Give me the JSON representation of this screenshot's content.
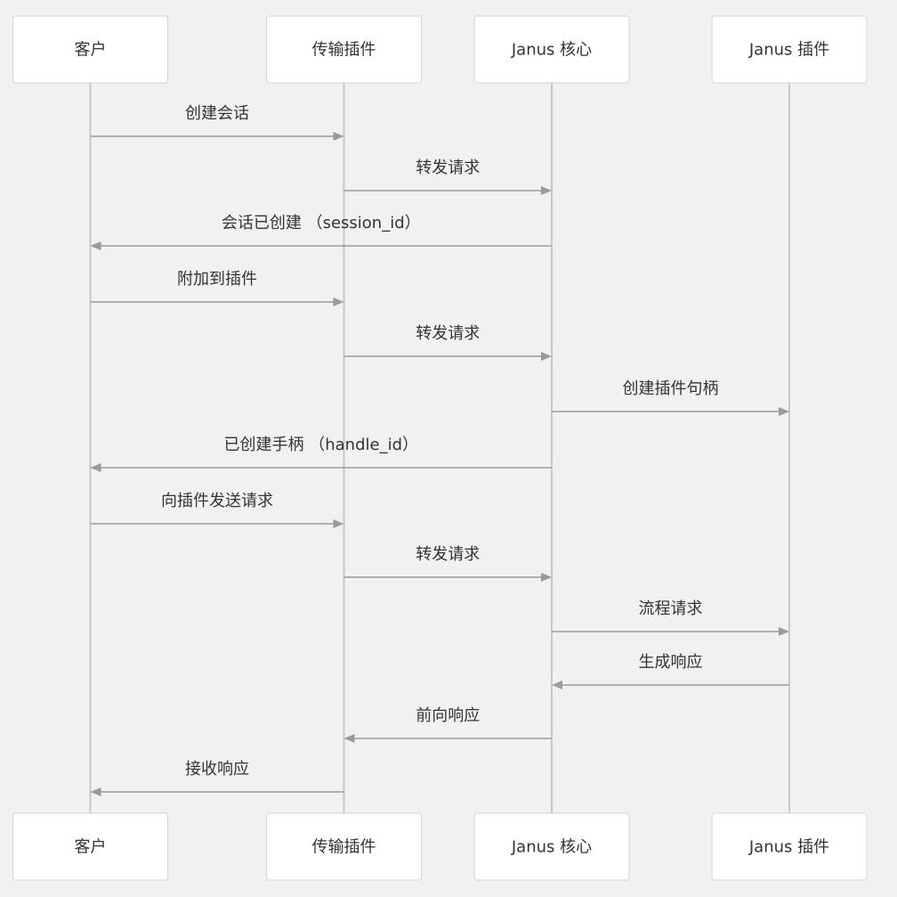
{
  "participants": [
    {
      "id": "client",
      "label": "客户"
    },
    {
      "id": "transport",
      "label": "传输插件"
    },
    {
      "id": "core",
      "label": "Janus 核心"
    },
    {
      "id": "plugin",
      "label": "Janus 插件"
    }
  ],
  "messages": [
    {
      "from": "client",
      "to": "transport",
      "label": "创建会话"
    },
    {
      "from": "transport",
      "to": "core",
      "label": "转发请求"
    },
    {
      "from": "core",
      "to": "client",
      "label": "会话已创建 （session_id）"
    },
    {
      "from": "client",
      "to": "transport",
      "label": "附加到插件"
    },
    {
      "from": "transport",
      "to": "core",
      "label": "转发请求"
    },
    {
      "from": "core",
      "to": "plugin",
      "label": "创建插件句柄"
    },
    {
      "from": "core",
      "to": "client",
      "label": "已创建手柄 （handle_id）"
    },
    {
      "from": "client",
      "to": "transport",
      "label": "向插件发送请求"
    },
    {
      "from": "transport",
      "to": "core",
      "label": "转发请求"
    },
    {
      "from": "core",
      "to": "plugin",
      "label": "流程请求"
    },
    {
      "from": "plugin",
      "to": "core",
      "label": "生成响应"
    },
    {
      "from": "core",
      "to": "transport",
      "label": "前向响应"
    },
    {
      "from": "transport",
      "to": "client",
      "label": "接收响应"
    }
  ]
}
